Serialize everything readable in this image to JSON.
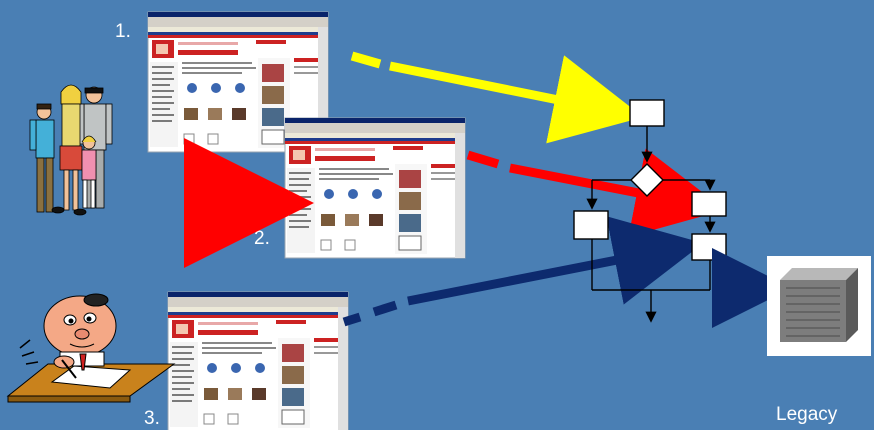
{
  "labels": {
    "step1": "1.",
    "step2": "2.",
    "step3": "3.",
    "legacy": "Legacy"
  },
  "colors": {
    "background": "#4a7fb4",
    "arrow_yellow": "#ffff00",
    "arrow_red": "#ff0000",
    "arrow_navy": "#0d2a6e",
    "box_fill": "#ffffff",
    "line": "#000000"
  },
  "icons": {
    "family": "family-clipart-icon",
    "writer": "writing-man-clipart-icon",
    "server": "server-icon"
  }
}
